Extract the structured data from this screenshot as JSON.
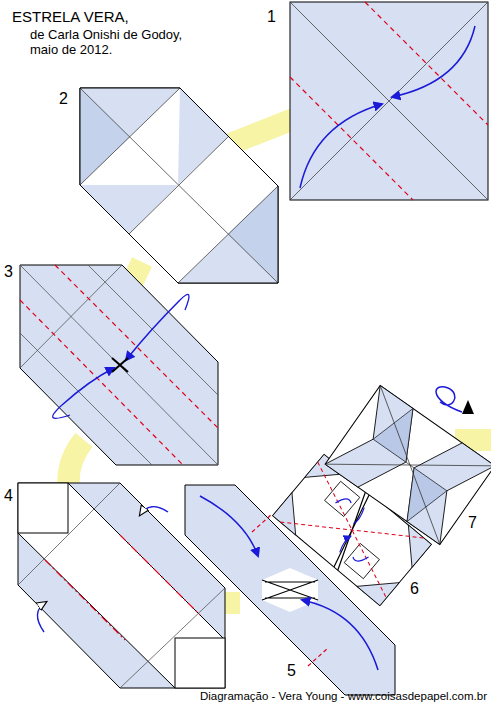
{
  "diagram": {
    "title": "ESTRELA VERA,",
    "labels": [
      "de Carla Onishi de Godoy, maio de 2012.",
      "1",
      "2",
      "3",
      "4",
      "5",
      "6",
      "7",
      "Diagramação - Vera Young - www.coisasdepapel.com.br"
    ]
  }
}
